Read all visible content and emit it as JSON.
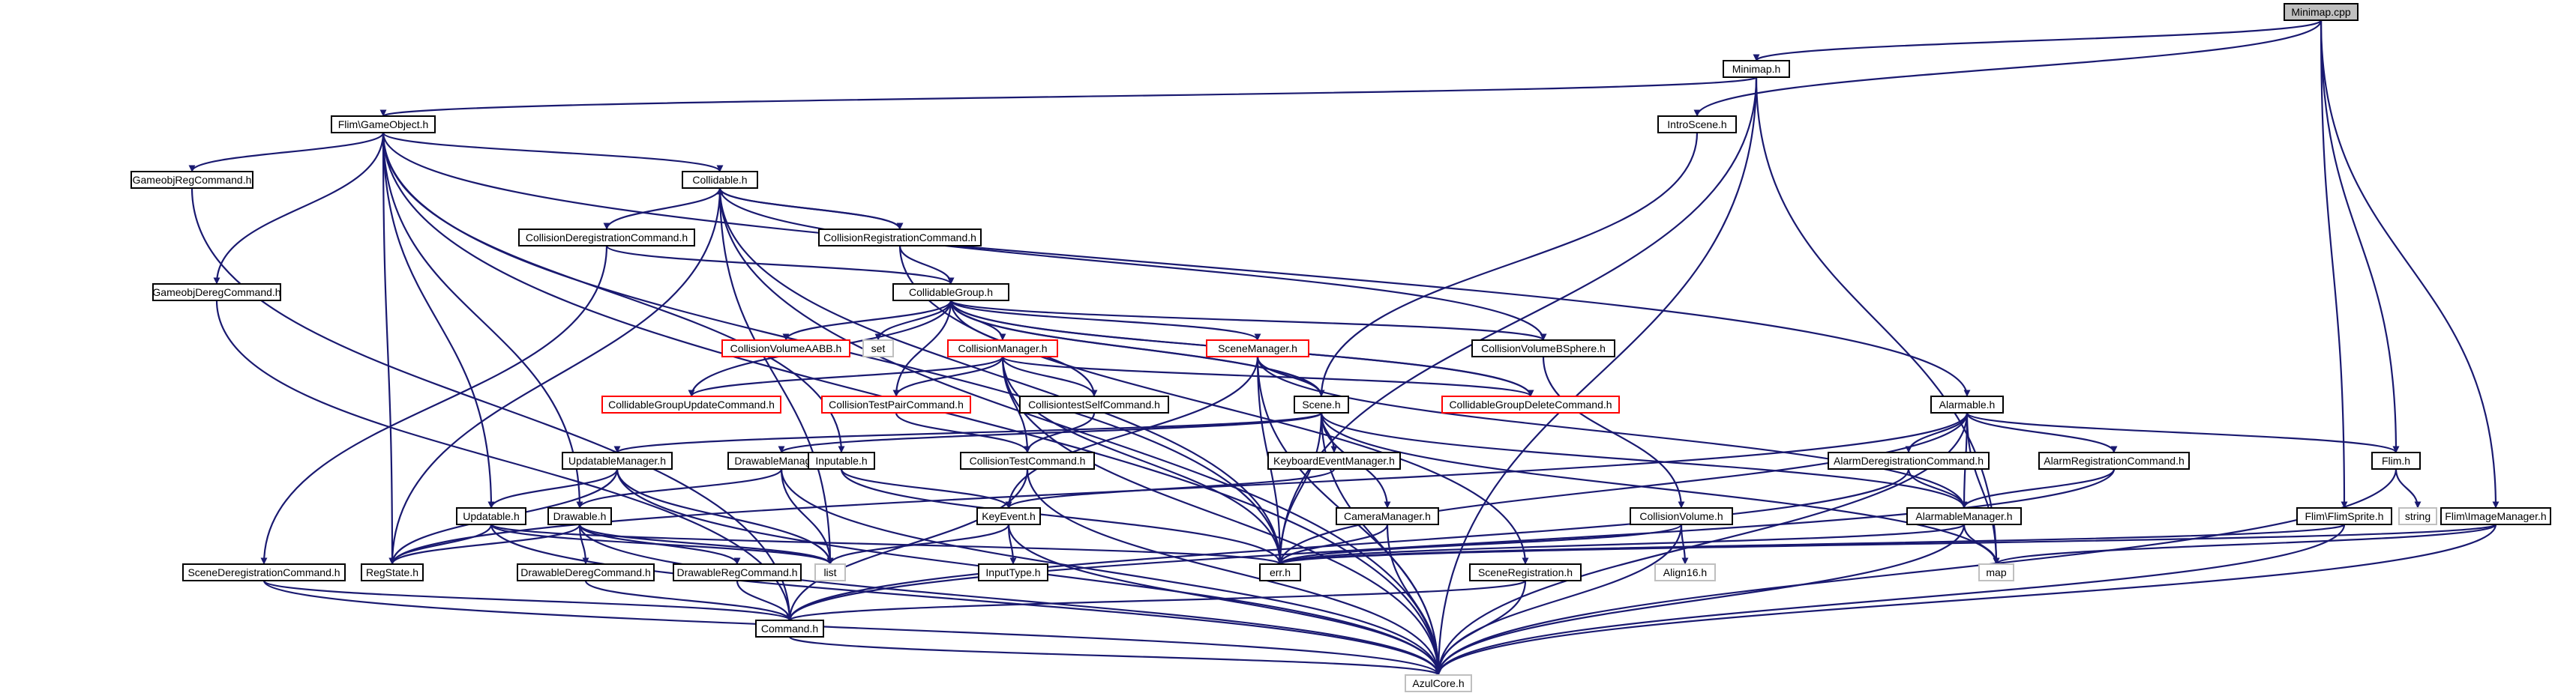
{
  "colors": {
    "edge": "#191970",
    "normal_border": "#000000",
    "truncated_border": "#ff0000",
    "external_border": "#bfbfbf",
    "root_fill": "#bfbfbf",
    "node_fill": "#ffffff",
    "text": "#000000"
  },
  "nodes": [
    {
      "id": "minimap_cpp",
      "label": "Minimap.cpp",
      "style": "root"
    },
    {
      "id": "minimap_h",
      "label": "Minimap.h",
      "style": "normal"
    },
    {
      "id": "gameobject_h",
      "label": "Flim\\GameObject.h",
      "style": "normal"
    },
    {
      "id": "introscene_h",
      "label": "IntroScene.h",
      "style": "normal"
    },
    {
      "id": "gameobjregcommand_h",
      "label": "GameobjRegCommand.h",
      "style": "normal"
    },
    {
      "id": "collidable_h",
      "label": "Collidable.h",
      "style": "normal"
    },
    {
      "id": "collisionderegistrationcommand_h",
      "label": "CollisionDeregistrationCommand.h",
      "style": "normal"
    },
    {
      "id": "collisionregistrationcommand_h",
      "label": "CollisionRegistrationCommand.h",
      "style": "normal"
    },
    {
      "id": "gameobjderegcommand_h",
      "label": "GameobjDeregCommand.h",
      "style": "normal"
    },
    {
      "id": "collidablegroup_h",
      "label": "CollidableGroup.h",
      "style": "normal"
    },
    {
      "id": "collisionvolumeaabb_h",
      "label": "CollisionVolumeAABB.h",
      "style": "truncated"
    },
    {
      "id": "set",
      "label": "set",
      "style": "external"
    },
    {
      "id": "collisionmanager_h",
      "label": "CollisionManager.h",
      "style": "truncated"
    },
    {
      "id": "scenemanager_h",
      "label": "SceneManager.h",
      "style": "truncated"
    },
    {
      "id": "collisionvolumebsphere_h",
      "label": "CollisionVolumeBSphere.h",
      "style": "normal"
    },
    {
      "id": "collidablegroupupdatecommand_h",
      "label": "CollidableGroupUpdateCommand.h",
      "style": "truncated"
    },
    {
      "id": "collisiontestpaircommand_h",
      "label": "CollisionTestPairCommand.h",
      "style": "truncated"
    },
    {
      "id": "collisiontestselfcommand_h",
      "label": "CollisiontestSelfCommand.h",
      "style": "normal"
    },
    {
      "id": "scene_h",
      "label": "Scene.h",
      "style": "normal"
    },
    {
      "id": "collidablegroupdeletecommand_h",
      "label": "CollidableGroupDeleteCommand.h",
      "style": "truncated"
    },
    {
      "id": "alarmable_h",
      "label": "Alarmable.h",
      "style": "normal"
    },
    {
      "id": "updatablemanager_h",
      "label": "UpdatableManager.h",
      "style": "normal"
    },
    {
      "id": "drawablemanager_h",
      "label": "DrawableManager.h",
      "style": "normal"
    },
    {
      "id": "inputable_h",
      "label": "Inputable.h",
      "style": "normal"
    },
    {
      "id": "collisiontestcommand_h",
      "label": "CollisionTestCommand.h",
      "style": "normal"
    },
    {
      "id": "keyboardeventmanager_h",
      "label": "KeyboardEventManager.h",
      "style": "normal"
    },
    {
      "id": "alarmderegistrationcommand_h",
      "label": "AlarmDeregistrationCommand.h",
      "style": "normal"
    },
    {
      "id": "alarmregistrationcommand_h",
      "label": "AlarmRegistrationCommand.h",
      "style": "normal"
    },
    {
      "id": "flim_h",
      "label": "Flim.h",
      "style": "normal"
    },
    {
      "id": "string",
      "label": "string",
      "style": "external"
    },
    {
      "id": "updatable_h",
      "label": "Updatable.h",
      "style": "normal"
    },
    {
      "id": "drawable_h",
      "label": "Drawable.h",
      "style": "normal"
    },
    {
      "id": "keyevent_h",
      "label": "KeyEvent.h",
      "style": "normal"
    },
    {
      "id": "cameramanager_h",
      "label": "CameraManager.h",
      "style": "normal"
    },
    {
      "id": "collisionvolume_h",
      "label": "CollisionVolume.h",
      "style": "normal"
    },
    {
      "id": "alarmablemanager_h",
      "label": "AlarmableManager.h",
      "style": "normal"
    },
    {
      "id": "flimsprite_h",
      "label": "Flim\\FlimSprite.h",
      "style": "normal"
    },
    {
      "id": "flimimagemanager_h",
      "label": "Flim\\ImageManager.h",
      "style": "normal"
    },
    {
      "id": "scenederegistrationcommand_h",
      "label": "SceneDeregistrationCommand.h",
      "style": "normal"
    },
    {
      "id": "regstate_h",
      "label": "RegState.h",
      "style": "normal"
    },
    {
      "id": "drawablederegcommand_h",
      "label": "DrawableDeregCommand.h",
      "style": "normal"
    },
    {
      "id": "drawableregcommand_h",
      "label": "DrawableRegCommand.h",
      "style": "normal"
    },
    {
      "id": "list",
      "label": "list",
      "style": "external"
    },
    {
      "id": "inputtype_h",
      "label": "InputType.h",
      "style": "normal"
    },
    {
      "id": "err_h",
      "label": "err.h",
      "style": "normal"
    },
    {
      "id": "align16_h",
      "label": "Align16.h",
      "style": "external"
    },
    {
      "id": "sceneregistration_h",
      "label": "SceneRegistration.h",
      "style": "normal"
    },
    {
      "id": "map",
      "label": "map",
      "style": "external"
    },
    {
      "id": "command_h",
      "label": "Command.h",
      "style": "normal"
    },
    {
      "id": "azulcore_h",
      "label": "AzulCore.h",
      "style": "external"
    }
  ],
  "edges": [
    [
      "minimap_cpp",
      "minimap_h"
    ],
    [
      "minimap_cpp",
      "introscene_h"
    ],
    [
      "minimap_cpp",
      "flim_h"
    ],
    [
      "minimap_cpp",
      "flimsprite_h"
    ],
    [
      "minimap_cpp",
      "flimimagemanager_h"
    ],
    [
      "minimap_h",
      "gameobject_h"
    ],
    [
      "minimap_h",
      "err_h"
    ],
    [
      "minimap_h",
      "azulcore_h"
    ],
    [
      "minimap_h",
      "map"
    ],
    [
      "gameobject_h",
      "gameobjregcommand_h"
    ],
    [
      "gameobject_h",
      "gameobjderegcommand_h"
    ],
    [
      "gameobject_h",
      "collidable_h"
    ],
    [
      "gameobject_h",
      "alarmable_h"
    ],
    [
      "gameobject_h",
      "updatable_h"
    ],
    [
      "gameobject_h",
      "drawable_h"
    ],
    [
      "gameobject_h",
      "inputable_h"
    ],
    [
      "gameobject_h",
      "regstate_h"
    ],
    [
      "gameobject_h",
      "azulcore_h"
    ],
    [
      "gameobject_h",
      "err_h"
    ],
    [
      "introscene_h",
      "scene_h"
    ],
    [
      "gameobjregcommand_h",
      "command_h"
    ],
    [
      "gameobjderegcommand_h",
      "command_h"
    ],
    [
      "collidable_h",
      "collisionderegistrationcommand_h"
    ],
    [
      "collidable_h",
      "collisionregistrationcommand_h"
    ],
    [
      "collidable_h",
      "collisionvolumebsphere_h"
    ],
    [
      "collidable_h",
      "regstate_h"
    ],
    [
      "collidable_h",
      "azulcore_h"
    ],
    [
      "collidable_h",
      "list"
    ],
    [
      "collidable_h",
      "err_h"
    ],
    [
      "collisionderegistrationcommand_h",
      "collidablegroup_h"
    ],
    [
      "collisionderegistrationcommand_h",
      "scenederegistrationcommand_h"
    ],
    [
      "collisionregistrationcommand_h",
      "collidablegroup_h"
    ],
    [
      "collisionregistrationcommand_h",
      "collidable_h"
    ],
    [
      "collisionregistrationcommand_h",
      "sceneregistration_h"
    ],
    [
      "collidablegroup_h",
      "collisionvolumeaabb_h"
    ],
    [
      "collidablegroup_h",
      "set"
    ],
    [
      "collidablegroup_h",
      "collisionmanager_h"
    ],
    [
      "collidablegroup_h",
      "scenemanager_h"
    ],
    [
      "collidablegroup_h",
      "collisionvolumebsphere_h"
    ],
    [
      "collidablegroup_h",
      "scene_h"
    ],
    [
      "collidablegroup_h",
      "collidablegroupdeletecommand_h"
    ],
    [
      "collidablegroupupdatecommand_h",
      "collidablegroup_h"
    ],
    [
      "collisiontestpaircommand_h",
      "collidablegroup_h"
    ],
    [
      "collisiontestselfcommand_h",
      "collidablegroup_h"
    ],
    [
      "collidablegroupdeletecommand_h",
      "collidablegroup_h"
    ],
    [
      "collisionmanager_h",
      "collidablegroupupdatecommand_h"
    ],
    [
      "collisionmanager_h",
      "collisiontestpaircommand_h"
    ],
    [
      "collisionmanager_h",
      "collisiontestselfcommand_h"
    ],
    [
      "collisionmanager_h",
      "collisiontestcommand_h"
    ],
    [
      "collisionmanager_h",
      "collidablegroupdeletecommand_h"
    ],
    [
      "collisionmanager_h",
      "err_h"
    ],
    [
      "collisionmanager_h",
      "azulcore_h"
    ],
    [
      "scenemanager_h",
      "scene_h"
    ],
    [
      "scenemanager_h",
      "err_h"
    ],
    [
      "scenemanager_h",
      "azulcore_h"
    ],
    [
      "scenemanager_h",
      "alarmablemanager_h"
    ],
    [
      "scenemanager_h",
      "keyevent_h"
    ],
    [
      "collisiontestpaircommand_h",
      "collisiontestcommand_h"
    ],
    [
      "collisiontestselfcommand_h",
      "collisiontestcommand_h"
    ],
    [
      "collisiontestcommand_h",
      "command_h"
    ],
    [
      "collisiontestcommand_h",
      "azulcore_h"
    ],
    [
      "collisionvolumebsphere_h",
      "collisionvolume_h"
    ],
    [
      "scene_h",
      "updatablemanager_h"
    ],
    [
      "scene_h",
      "drawablemanager_h"
    ],
    [
      "scene_h",
      "keyboardeventmanager_h"
    ],
    [
      "scene_h",
      "cameramanager_h"
    ],
    [
      "scene_h",
      "alarmablemanager_h"
    ],
    [
      "scene_h",
      "err_h"
    ],
    [
      "scene_h",
      "map"
    ],
    [
      "scene_h",
      "azulcore_h"
    ],
    [
      "scene_h",
      "collidablegroup_h"
    ],
    [
      "alarmable_h",
      "alarmderegistrationcommand_h"
    ],
    [
      "alarmable_h",
      "alarmregistrationcommand_h"
    ],
    [
      "alarmable_h",
      "alarmablemanager_h"
    ],
    [
      "alarmable_h",
      "flim_h"
    ],
    [
      "alarmable_h",
      "err_h"
    ],
    [
      "alarmable_h",
      "regstate_h"
    ],
    [
      "alarmable_h",
      "map"
    ],
    [
      "alarmable_h",
      "azulcore_h"
    ],
    [
      "alarmderegistrationcommand_h",
      "alarmablemanager_h"
    ],
    [
      "alarmderegistrationcommand_h",
      "command_h"
    ],
    [
      "alarmregistrationcommand_h",
      "alarmablemanager_h"
    ],
    [
      "alarmregistrationcommand_h",
      "command_h"
    ],
    [
      "updatablemanager_h",
      "updatable_h"
    ],
    [
      "updatablemanager_h",
      "list"
    ],
    [
      "updatablemanager_h",
      "azulcore_h"
    ],
    [
      "updatablemanager_h",
      "regstate_h"
    ],
    [
      "drawablemanager_h",
      "drawable_h"
    ],
    [
      "drawablemanager_h",
      "list"
    ],
    [
      "drawablemanager_h",
      "azulcore_h"
    ],
    [
      "inputable_h",
      "keyevent_h"
    ],
    [
      "inputable_h",
      "err_h"
    ],
    [
      "keyboardeventmanager_h",
      "keyevent_h"
    ],
    [
      "keyevent_h",
      "inputtype_h"
    ],
    [
      "keyevent_h",
      "list"
    ],
    [
      "keyevent_h",
      "azulcore_h"
    ],
    [
      "updatable_h",
      "regstate_h"
    ],
    [
      "updatable_h",
      "list"
    ],
    [
      "updatable_h",
      "azulcore_h"
    ],
    [
      "updatable_h",
      "err_h"
    ],
    [
      "drawable_h",
      "drawablederegcommand_h"
    ],
    [
      "drawable_h",
      "drawableregcommand_h"
    ],
    [
      "drawable_h",
      "regstate_h"
    ],
    [
      "drawable_h",
      "list"
    ],
    [
      "drawable_h",
      "azulcore_h"
    ],
    [
      "drawablederegcommand_h",
      "command_h"
    ],
    [
      "drawableregcommand_h",
      "command_h"
    ],
    [
      "cameramanager_h",
      "err_h"
    ],
    [
      "cameramanager_h",
      "azulcore_h"
    ],
    [
      "collisionvolume_h",
      "err_h"
    ],
    [
      "collisionvolume_h",
      "align16_h"
    ],
    [
      "collisionvolume_h",
      "azulcore_h"
    ],
    [
      "alarmablemanager_h",
      "err_h"
    ],
    [
      "alarmablemanager_h",
      "map"
    ],
    [
      "alarmablemanager_h",
      "azulcore_h"
    ],
    [
      "flim_h",
      "string"
    ],
    [
      "flim_h",
      "azulcore_h"
    ],
    [
      "flimsprite_h",
      "err_h"
    ],
    [
      "flimsprite_h",
      "azulcore_h"
    ],
    [
      "flimimagemanager_h",
      "err_h"
    ],
    [
      "flimimagemanager_h",
      "map"
    ],
    [
      "flimimagemanager_h",
      "azulcore_h"
    ],
    [
      "scenederegistrationcommand_h",
      "command_h"
    ],
    [
      "scenederegistrationcommand_h",
      "azulcore_h"
    ],
    [
      "sceneregistration_h",
      "command_h"
    ],
    [
      "sceneregistration_h",
      "azulcore_h"
    ],
    [
      "command_h",
      "azulcore_h"
    ]
  ]
}
